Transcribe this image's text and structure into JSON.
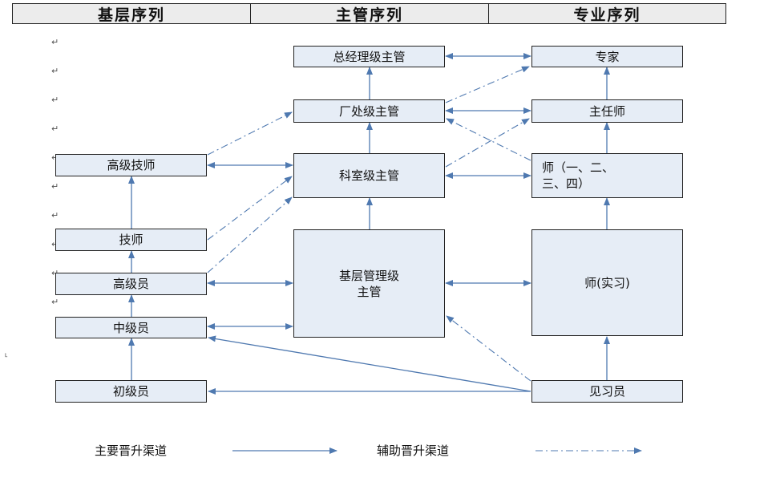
{
  "headers": {
    "basic": "基层序列",
    "management": "主管序列",
    "professional": "专业序列"
  },
  "nodes": {
    "gm_manager": "总经理级主管",
    "expert": "专家",
    "factory_manager": "厂处级主管",
    "chief_engineer": "主任师",
    "senior_technician": "高级技师",
    "section_manager": "科室级主管",
    "engineer_levels": "师（一、二、\n三、四）",
    "technician": "技师",
    "senior_staff": "高级员",
    "grassroots_manager": "基层管理级\n主管",
    "engineer_intern": "师(实习)",
    "intermediate_staff": "中级员",
    "junior_staff": "初级员",
    "trainee": "见习员"
  },
  "legend": {
    "main_channel": "主要晋升渠道",
    "auxiliary_channel": "辅助晋升渠道"
  },
  "colors": {
    "node_fill": "#e6edf6",
    "arrow": "#4f79b0",
    "header_fill": "#ececec"
  }
}
